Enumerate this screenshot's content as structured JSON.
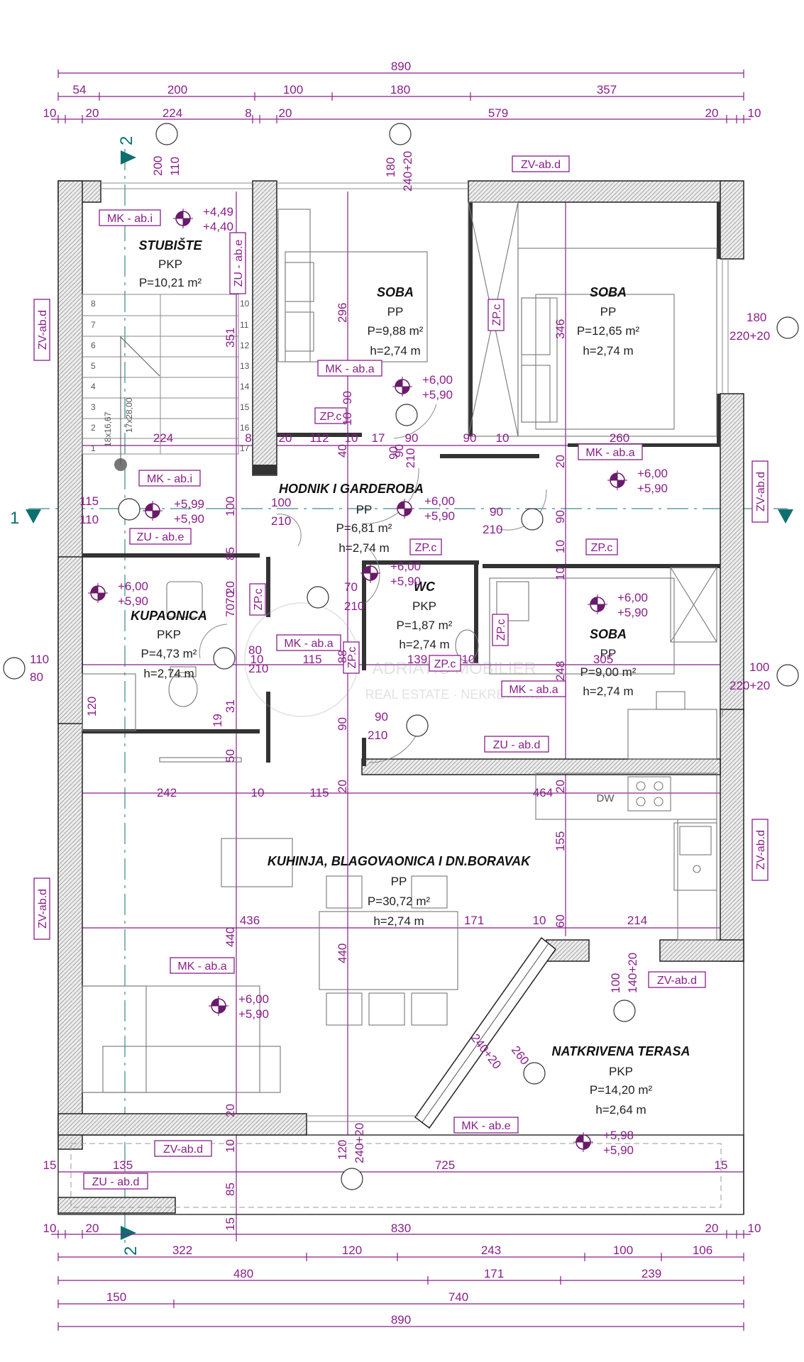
{
  "top_dims": {
    "row1": [
      "890"
    ],
    "row2": [
      "54",
      "200",
      "100",
      "180",
      "357"
    ],
    "row3": [
      "10",
      "20",
      "224",
      "8",
      "20",
      "579",
      "20",
      "10"
    ]
  },
  "bottom_dims": {
    "row1": [
      "10",
      "20",
      "830",
      "20",
      "10"
    ],
    "row2": [
      "322",
      "120",
      "243",
      "100",
      "106"
    ],
    "row3": [
      "480",
      "171",
      "239"
    ],
    "row4": [
      "150",
      "740"
    ],
    "row5": [
      "890"
    ]
  },
  "axes": {
    "a1": "1",
    "a2": "2"
  },
  "rooms": [
    {
      "id": "stubiste",
      "name": "STUBIŠTE",
      "floor": "PKP",
      "area": "P=10,21 m²",
      "height": ""
    },
    {
      "id": "soba1",
      "name": "SOBA",
      "floor": "PP",
      "area": "P=9,88 m²",
      "height": "h=2,74 m"
    },
    {
      "id": "soba2",
      "name": "SOBA",
      "floor": "PP",
      "area": "P=12,65 m²",
      "height": "h=2,74 m"
    },
    {
      "id": "hodnik",
      "name": "HODNIK I GARDEROBA",
      "floor": "PP",
      "area": "P=6,81 m²",
      "height": "h=2,74 m"
    },
    {
      "id": "wc",
      "name": "WC",
      "floor": "PKP",
      "area": "P=1,87 m²",
      "height": "h=2,74 m"
    },
    {
      "id": "kupaonica",
      "name": "KUPAONICA",
      "floor": "PKP",
      "area": "P=4,73 m²",
      "height": "h=2,74 m"
    },
    {
      "id": "soba3",
      "name": "SOBA",
      "floor": "PP",
      "area": "P=9,00 m²",
      "height": "h=2,74 m"
    },
    {
      "id": "kuhinja",
      "name": "KUHINJA, BLAGOVAONICA I DN.BORAVAK",
      "floor": "PP",
      "area": "P=30,72 m²",
      "height": "h=2,74 m"
    },
    {
      "id": "terasa",
      "name": "NATKRIVENA TERASA",
      "floor": "PKP",
      "area": "P=14,20 m²",
      "height": "h=2,64 m"
    }
  ],
  "levels": [
    {
      "a": "+4,49",
      "b": "+4,40"
    },
    {
      "a": "+6,00",
      "b": "+5,90"
    },
    {
      "a": "+5,99",
      "b": "+5,90"
    },
    {
      "a": "+6,00",
      "b": "+5,90"
    },
    {
      "a": "+6,00",
      "b": "+5,90"
    },
    {
      "a": "+6,00",
      "b": "+5,90"
    },
    {
      "a": "+6,00",
      "b": "+5,90"
    },
    {
      "a": "+6,00",
      "b": "+5,90"
    },
    {
      "a": "+6,00",
      "b": "+5,90"
    },
    {
      "a": "+5,98",
      "b": "+5,90"
    }
  ],
  "tags": [
    "MK - ab.i",
    "ZU - ab.e",
    "ZV-ab.d",
    "ZV-ab.d",
    "MK - ab.a",
    "ZP.c",
    "ZP.c",
    "MK - ab.i",
    "ZU - ab.e",
    "MK - ab.a",
    "ZV-ab.d",
    "ZP.c",
    "ZP.c",
    "ZP.c",
    "ZP.c",
    "MK - ab.a",
    "ZP.c",
    "ZP.c",
    "MK - ab.a",
    "ZU - ab.d",
    "ZV-ab.d",
    "ZV-ab.d",
    "MK - ab.a",
    "ZV-ab.d",
    "MK - ab.e",
    "ZV-ab.d",
    "ZU - ab.d"
  ],
  "doors": [
    {
      "w": "180",
      "h": "240+20"
    },
    {
      "w": "180",
      "h": "220+20"
    },
    {
      "w": "100",
      "h": "220+20"
    },
    {
      "w": "110",
      "h": "80"
    },
    {
      "w": "115",
      "h": "110"
    },
    {
      "w": "100",
      "h": "210"
    },
    {
      "w": "90",
      "h": "210"
    },
    {
      "w": "90",
      "h": "210"
    },
    {
      "w": "70",
      "h": "210"
    },
    {
      "w": "80",
      "h": "210"
    },
    {
      "w": "90",
      "h": "210"
    },
    {
      "w": "90",
      "h": "210"
    },
    {
      "w": "100",
      "h": "140+20"
    },
    {
      "w": "260",
      "h": "240+20"
    },
    {
      "w": "120",
      "h": "240+20"
    },
    {
      "w": "200",
      "h": "110"
    }
  ],
  "stair": {
    "steps": [
      "1",
      "2",
      "3",
      "4",
      "5",
      "6",
      "7",
      "8",
      "10",
      "11",
      "12",
      "13",
      "14",
      "15",
      "16",
      "17"
    ],
    "note1": "18x16,67",
    "note2": "17x28,00"
  },
  "inner_dims": [
    "224",
    "8",
    "20",
    "112",
    "10",
    "40",
    "17",
    "90",
    "90",
    "10",
    "260",
    "296",
    "346",
    "351",
    "100",
    "85",
    "20",
    "70",
    "10",
    "115",
    "139",
    "10",
    "88",
    "305",
    "248",
    "120",
    "19",
    "31",
    "50",
    "242",
    "10",
    "115",
    "20",
    "464",
    "20",
    "155",
    "436",
    "171",
    "10",
    "60",
    "214",
    "440",
    "440",
    "135",
    "725",
    "15",
    "15",
    "10",
    "85",
    "15",
    "20",
    "10",
    "20",
    "90",
    "70",
    "90",
    "10",
    "10",
    "90"
  ],
  "kitchen_labels": {
    "dw": "DW"
  },
  "watermark": {
    "line1": "ADRIATIC MOBILIER",
    "line2": "REAL ESTATE · NEKRETNINE"
  }
}
